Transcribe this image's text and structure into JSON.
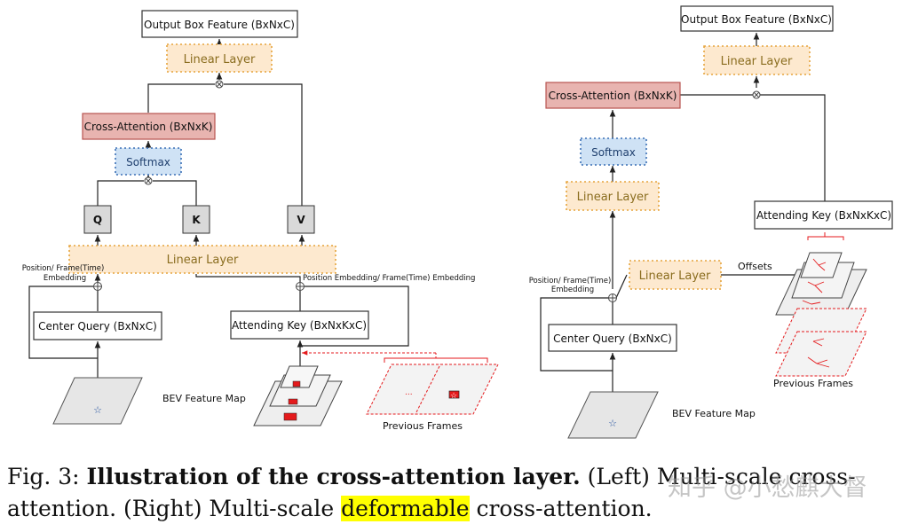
{
  "left": {
    "output_box": "Output Box Feature (BxNxC)",
    "linear_top": "Linear Layer",
    "cross_attention": "Cross-Attention (BxNxK)",
    "softmax": "Softmax",
    "q": "Q",
    "k": "K",
    "v": "V",
    "linear_mid": "Linear Layer",
    "pos_embed_line1": "Position/ Frame(Time)",
    "pos_embed_line2": "Embedding",
    "pos_embed_right": "Position Embedding/ Frame(Time) Embedding",
    "center_query": "Center Query (BxNxC)",
    "attending_key": "Attending Key (BxNxKxC)",
    "bev_feature_map": "BEV Feature Map",
    "previous_frames": "Previous Frames",
    "dots": "..."
  },
  "right": {
    "output_box": "Output Box Feature (BxNxC)",
    "linear_top": "Linear Layer",
    "cross_attention": "Cross-Attention (BxNxK)",
    "softmax": "Softmax",
    "linear_mid": "Linear Layer",
    "attending_key": "Attending Key (BxNxKxC)",
    "offsets": "Offsets",
    "linear_offsets": "Linear Layer",
    "pos_embed_line1": "Position/ Frame(Time)",
    "pos_embed_line2": "Embedding",
    "center_query": "Center Query (BxNxC)",
    "bev_feature_map": "BEV Feature Map",
    "previous_frames": "Previous Frames"
  },
  "caption": {
    "prefix": "Fig. 3: ",
    "bold": "Illustration of the cross-attention layer.",
    "text1": " (Left) Multi-scale cross-attention. (Right) Multi-scale ",
    "highlight": "deformable",
    "text2": " cross-attention."
  },
  "watermark": "知乎 @小愁麒大督",
  "colors": {
    "cross_attention_fill": "#e8b4b0",
    "cross_attention_stroke": "#b85450",
    "linear_fill": "#fde9cf",
    "linear_stroke": "#e6a43c",
    "linear_text": "#8a6d1f",
    "softmax_fill": "#cfe2f5",
    "softmax_stroke": "#3a6fb5",
    "qkv_fill": "#d9d9d9",
    "feature_map_fill": "#e6e6e6",
    "patch_red": "#e41a1c",
    "highlight": "#ffff00"
  }
}
